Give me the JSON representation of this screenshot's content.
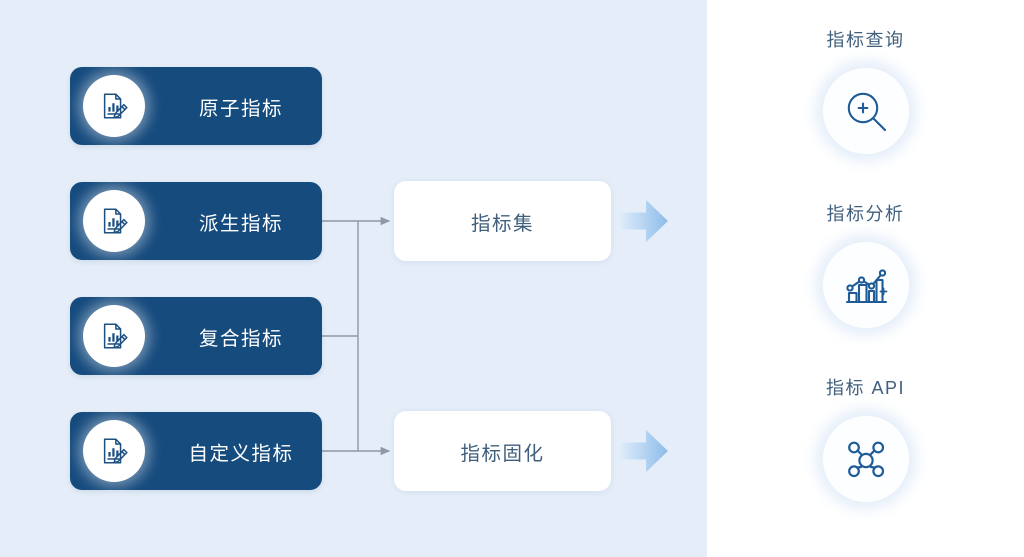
{
  "diagram": {
    "title_hidden": "",
    "colors": {
      "panel_background": "#e4edf8",
      "card_dark_blue": "#164b7e",
      "card_white": "#ffffff",
      "text_on_dark": "#ffffff",
      "text_slate_blue": "#3f5f7c",
      "connector_gray": "#8e9aa6",
      "arrow_gradient_from": "#dcebfa",
      "arrow_gradient_to": "#8cbcea",
      "icon_blue": "#1f5b96",
      "right_panel_background": "#ffffff"
    }
  },
  "sources": [
    {
      "id": "atom",
      "label": "原子指标",
      "icon": "document-chart-edit-icon"
    },
    {
      "id": "derive",
      "label": "派生指标",
      "icon": "document-chart-edit-icon"
    },
    {
      "id": "compose",
      "label": "复合指标",
      "icon": "document-chart-edit-icon"
    },
    {
      "id": "custom",
      "label": "自定义指标",
      "icon": "document-chart-edit-icon"
    }
  ],
  "stages": [
    {
      "id": "set",
      "label": "指标集",
      "arrow_icon": "right-arrow-icon"
    },
    {
      "id": "freeze",
      "label": "指标固化",
      "arrow_icon": "right-arrow-icon"
    }
  ],
  "features": [
    {
      "id": "query",
      "label": "指标查询",
      "icon": "magnifier-plus-icon"
    },
    {
      "id": "analyze",
      "label": "指标分析",
      "icon": "bar-line-chart-icon"
    },
    {
      "id": "api",
      "label": "指标 API",
      "icon": "node-network-icon"
    }
  ],
  "connections": [
    {
      "from": "derive",
      "to": "set"
    },
    {
      "from": "compose",
      "to": "set"
    },
    {
      "from": "compose",
      "to": "freeze"
    },
    {
      "from": "custom",
      "to": "freeze"
    }
  ]
}
